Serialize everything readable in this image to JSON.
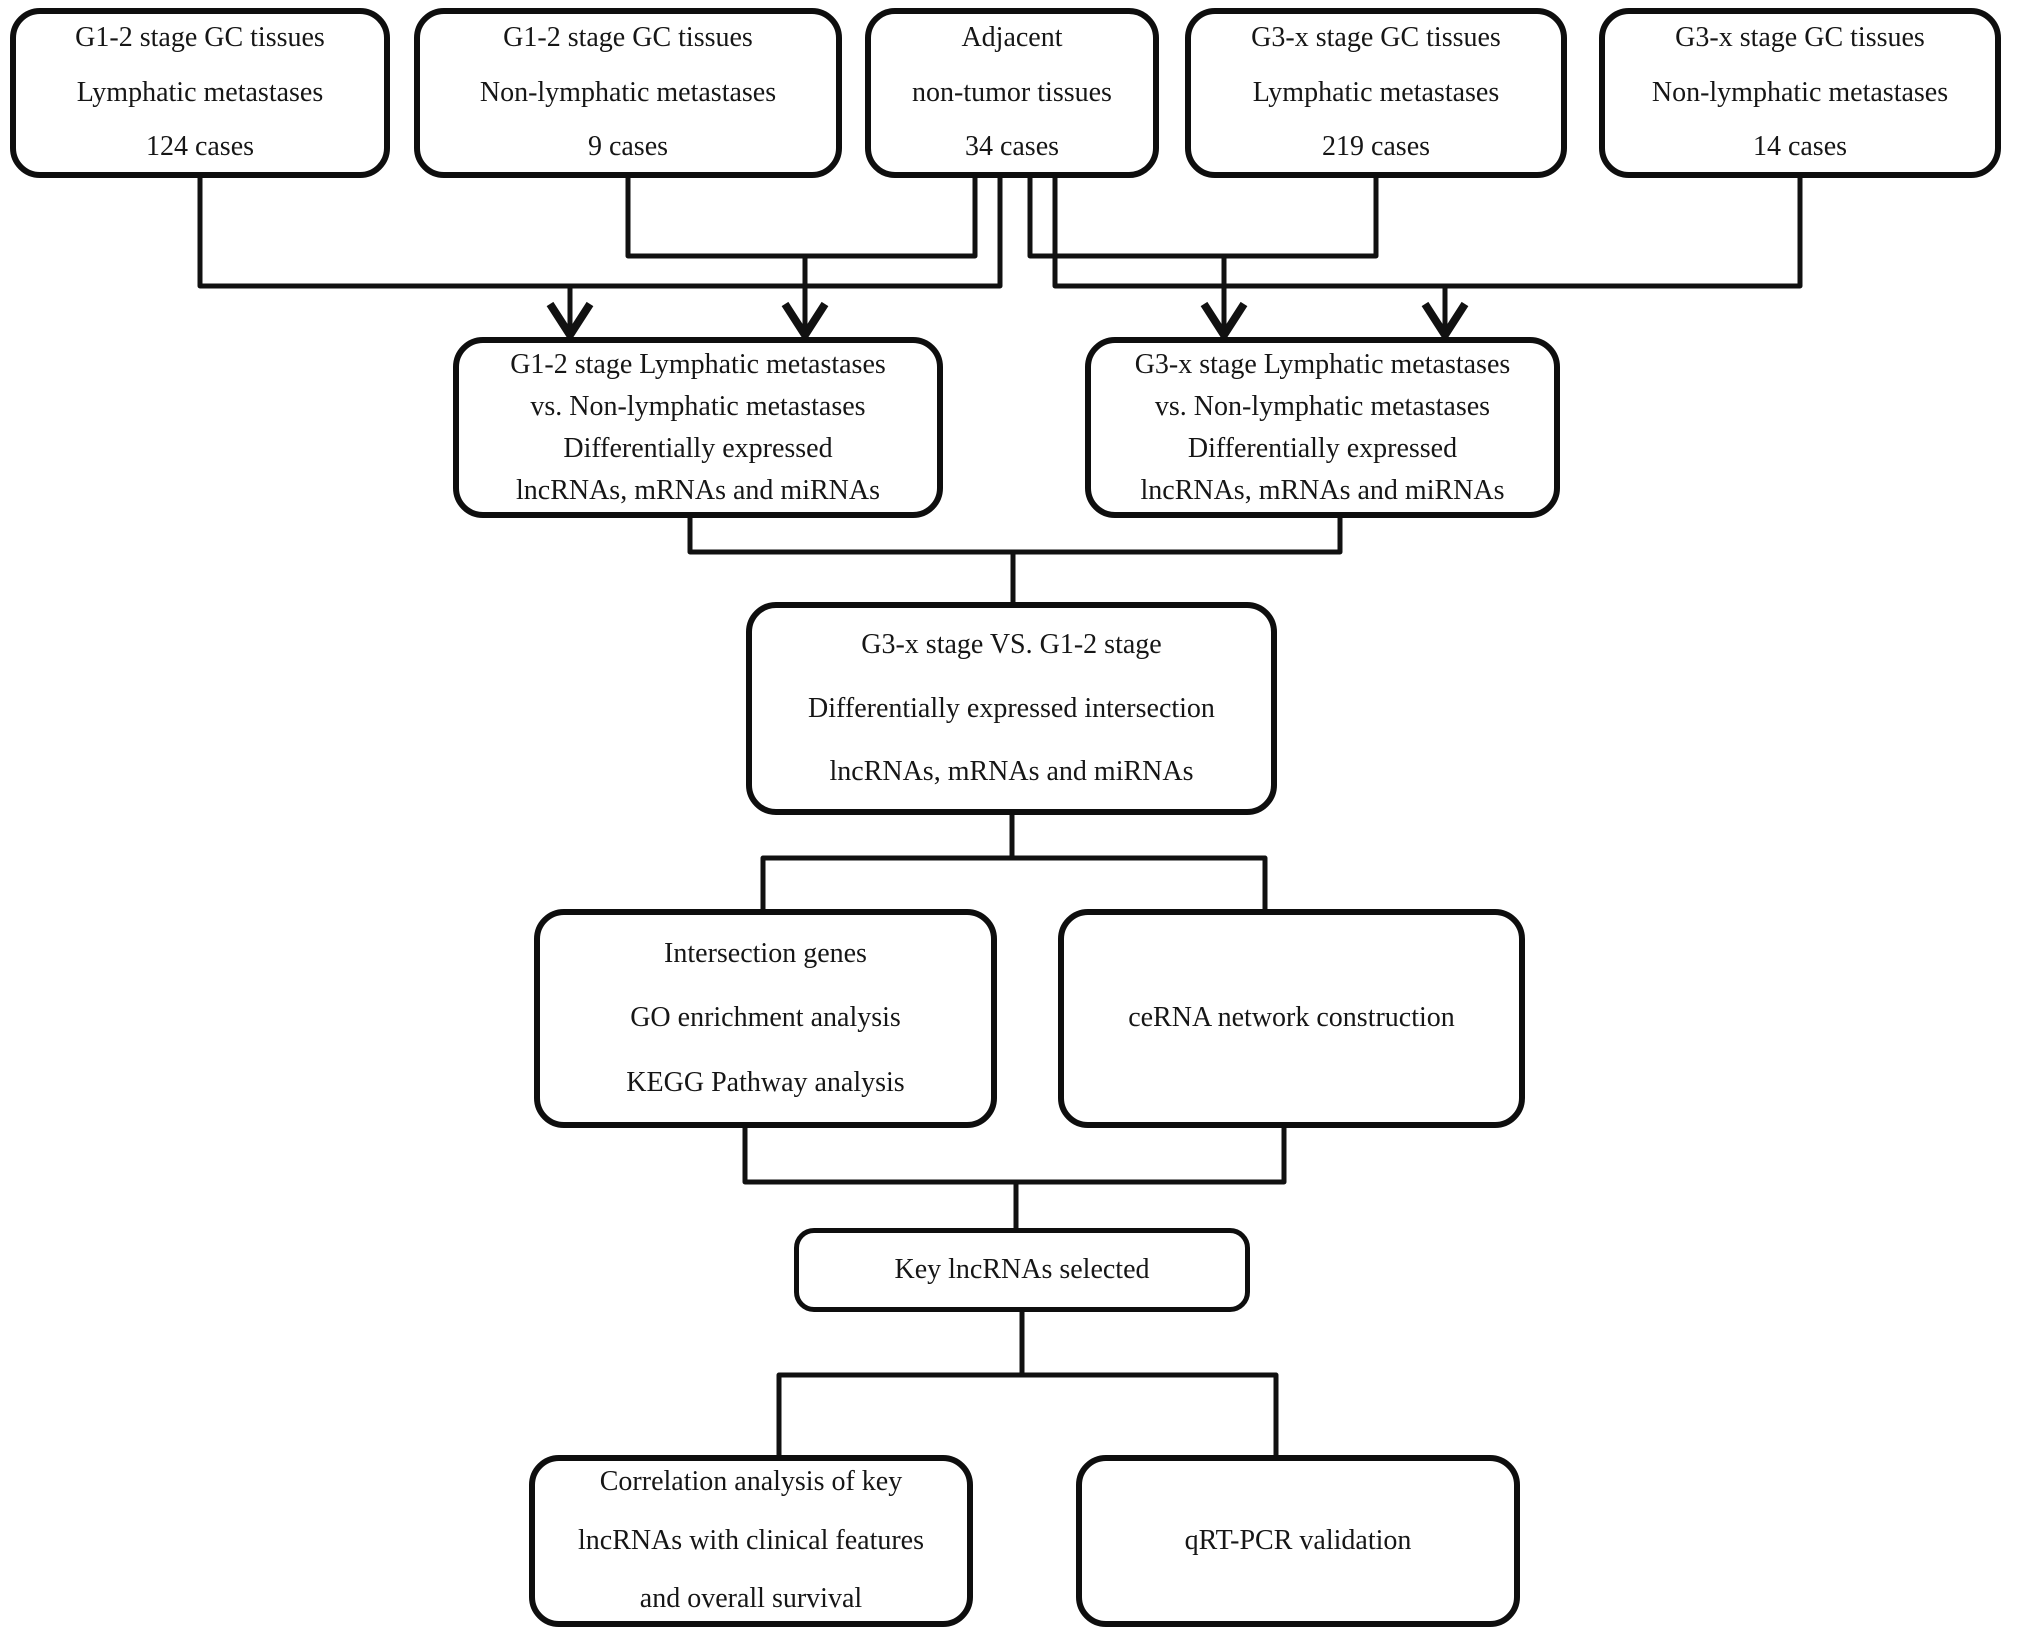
{
  "colors": {
    "background": "#ffffff",
    "line": "#111111",
    "text": "#161616"
  },
  "nodes": {
    "r1b1": {
      "lines": [
        "G1-2 stage GC tissues",
        "Lymphatic metastases",
        "124 cases"
      ]
    },
    "r1b2": {
      "lines": [
        "G1-2 stage GC tissues",
        "Non-lymphatic metastases",
        "9 cases"
      ]
    },
    "r1b3": {
      "lines": [
        "Adjacent",
        "non-tumor tissues",
        "34 cases"
      ]
    },
    "r1b4": {
      "lines": [
        "G3-x stage GC tissues",
        "Lymphatic metastases",
        "219 cases"
      ]
    },
    "r1b5": {
      "lines": [
        "G3-x stage GC tissues",
        "Non-lymphatic metastases",
        "14 cases"
      ]
    },
    "r2left": {
      "lines": [
        "G1-2 stage Lymphatic metastases",
        "vs. Non-lymphatic metastases",
        "Differentially expressed",
        "lncRNAs, mRNAs and miRNAs"
      ]
    },
    "r2right": {
      "lines": [
        "G3-x stage Lymphatic metastases",
        "vs. Non-lymphatic metastases",
        "Differentially expressed",
        "lncRNAs, mRNAs and miRNAs"
      ]
    },
    "r3": {
      "lines": [
        "G3-x stage VS. G1-2 stage",
        "Differentially expressed intersection",
        "lncRNAs, mRNAs and miRNAs"
      ]
    },
    "r4left": {
      "lines": [
        "Intersection genes",
        "GO enrichment analysis",
        "KEGG Pathway analysis"
      ]
    },
    "r4right": {
      "lines": [
        "ceRNA network construction"
      ]
    },
    "r5": {
      "lines": [
        "Key lncRNAs selected"
      ]
    },
    "r6left": {
      "lines": [
        "Correlation analysis of key",
        "lncRNAs with clinical features",
        "and overall survival"
      ]
    },
    "r6right": {
      "lines": [
        "qRT-PCR validation"
      ]
    }
  }
}
